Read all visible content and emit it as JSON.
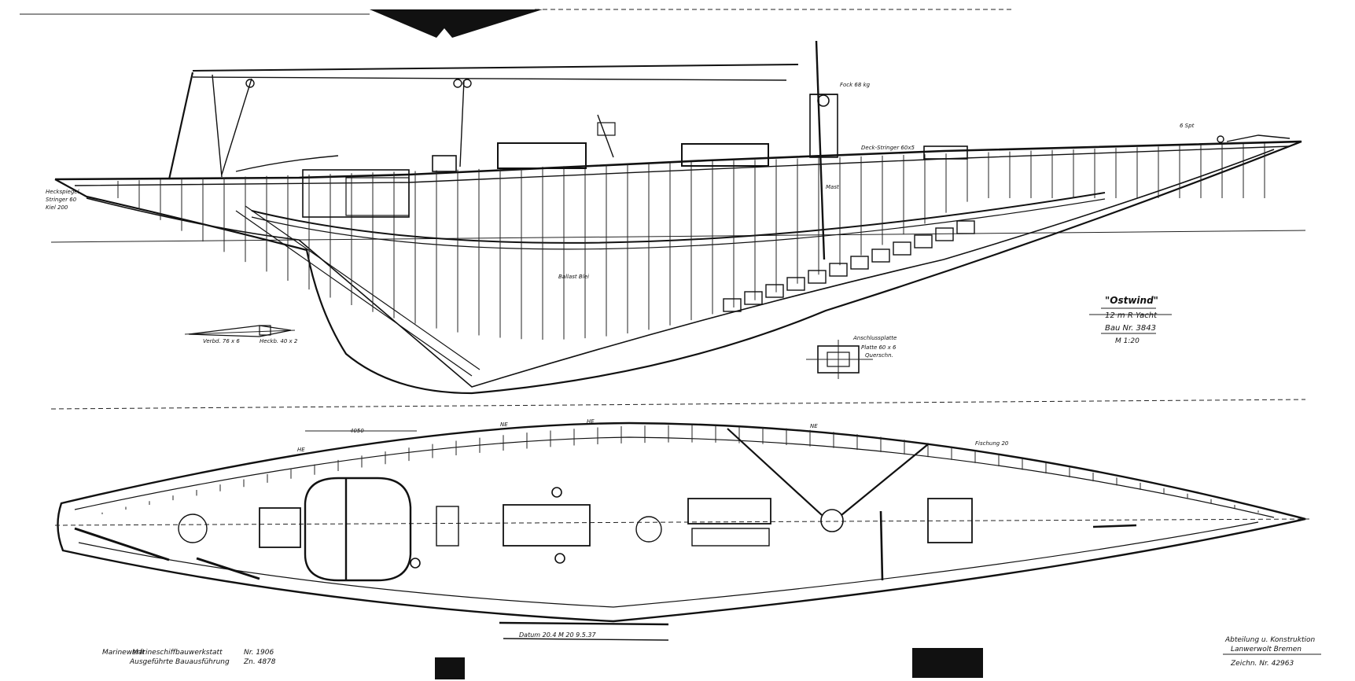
{
  "title_block": {
    "name": "\"Ostwind\"",
    "class_line": "12 m R Yacht",
    "build_no": "Bau Nr. 3843",
    "scale": "M 1:20"
  },
  "footer_left": {
    "line1_a": "Marinewerft",
    "line1_b": "Marineschiffbauwerkstatt",
    "line1_c": "Nr. 1906",
    "line2_a": "Ausgeführte Bauausführung",
    "line2_b": "Zn. 4878"
  },
  "footer_right": {
    "line1": "Abteilung u. Konstruktion",
    "line2": "Lanwerwolt Bremen",
    "line3": "Zeichn. Nr. 42963"
  },
  "footer_center": "Datum 20.4   M 20   9.5.37",
  "annotations": {
    "top_right": "Fock 68 kg",
    "stb_label": "6 Spt",
    "deck_note": "Deck-Stringer 60x5",
    "mast_note": "Mast",
    "left_bow_1": "Heckspiegel",
    "left_bow_2": "Stringer 60",
    "left_bow_3": "Kiel 200",
    "mid_keel": "Ballast Blei",
    "detail_left_1": "Verbd. 76 x 6",
    "detail_left_2": "Heckb. 40 x 2",
    "detail_right_1": "Anschlussplatte",
    "detail_right_2": "Platte 60 x 6",
    "detail_right_3": "Querschn.",
    "plan_mark_1": "HE",
    "plan_mark_2": "NE",
    "plan_mark_3": "HE",
    "plan_mark_4": "NE",
    "plan_dim": "4050",
    "plan_note_right": "Fischung 20"
  },
  "colors": {
    "ink": "#111111",
    "paper": "#ffffff"
  }
}
